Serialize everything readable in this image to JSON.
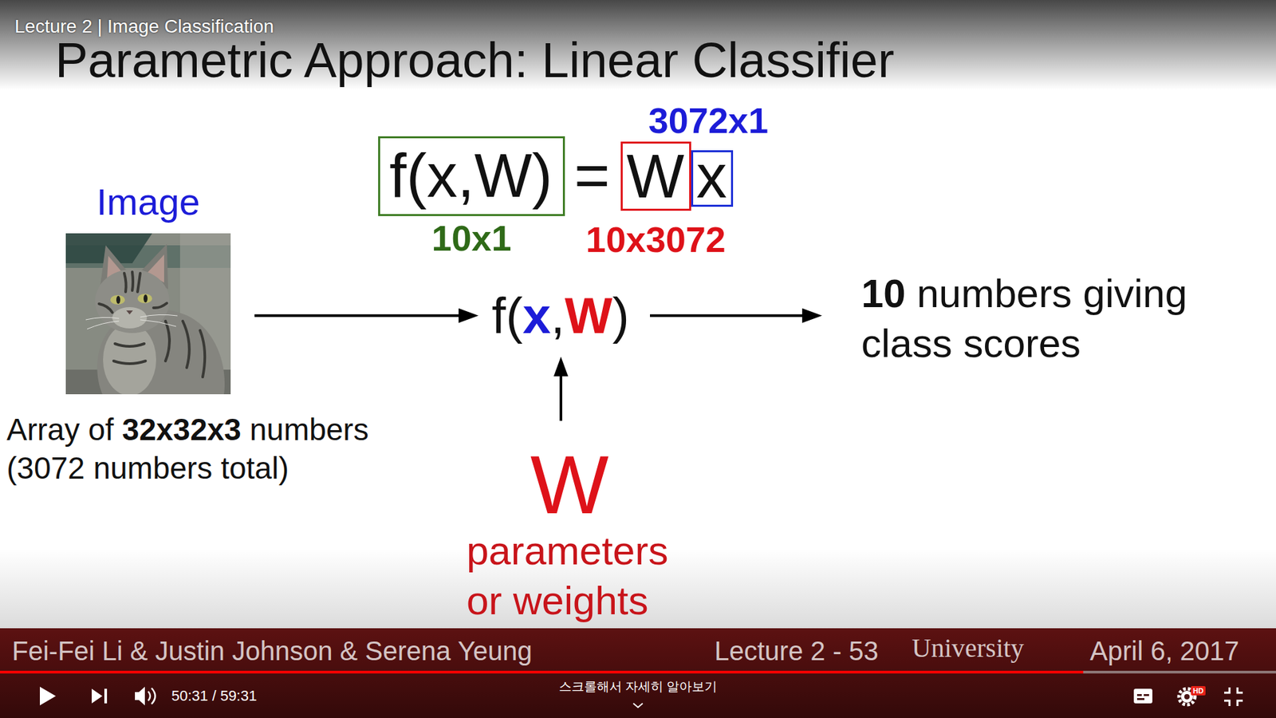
{
  "diagram": {
    "title": "Parametric Approach: Linear Classifier",
    "nodes": [
      {
        "text": [
          "f(x,W)"
        ]
      },
      {
        "text": [
          "W"
        ]
      },
      {
        "text": [
          "x"
        ]
      },
      {
        "text": [
          "Image",
          "Array of 32x32x3 numbers (3072 numbers total)"
        ]
      },
      {
        "text": [
          "f(x,W)"
        ]
      },
      {
        "text": [
          "10 numbers giving class scores"
        ]
      },
      {
        "text": [
          "W",
          "parameters or weights"
        ]
      }
    ],
    "edges": [
      {
        "from": 3,
        "to": 4,
        "arrow": "to"
      },
      {
        "from": 4,
        "to": 5,
        "arrow": "to"
      },
      {
        "from": 6,
        "to": 4,
        "arrow": "to"
      }
    ],
    "labels": [
      "Lecture 2 | Image Classification",
      "3072x1",
      "=",
      "10x1",
      "10x3072",
      "Fei-Fei Li & Justin Johnson & Serena Yeung",
      "Lecture 2 - 53",
      "University",
      "April 6, 2017",
      "50:31 / 59:31",
      "스크롤해서 자세히 알아보기",
      "HD"
    ]
  }
}
